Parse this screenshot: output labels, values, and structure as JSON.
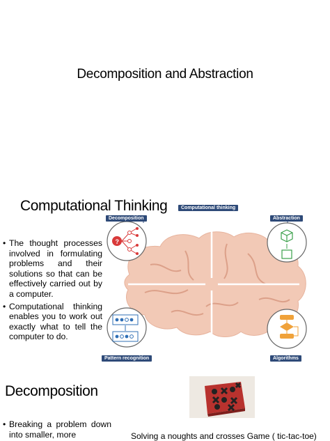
{
  "slide1": {
    "title": "Decomposition and Abstraction"
  },
  "slide2": {
    "title": "Computational Thinking",
    "bullets": [
      "The thought processes involved in formulating problems and their solutions so that can be effectively carried out by a computer.",
      "Computational thinking enables you to work out exactly what to tell the computer to do."
    ],
    "diagram": {
      "header": "Computational thinking",
      "labels": {
        "decomposition": "Decomposition",
        "abstraction": "Abstraction",
        "pattern_recognition": "Pattern recognition",
        "algorithms": "Algorithms"
      },
      "colors": {
        "brain": "#f2c9b6",
        "badge": "#2e4a78",
        "red": "#d93a3a",
        "blue": "#2f6fb6",
        "green": "#3aa04a",
        "orange": "#f0a23a"
      },
      "icons": [
        "brain-icon",
        "question-tree-icon",
        "cube-to-square-icon",
        "pattern-grid-icon",
        "flowchart-icon"
      ]
    }
  },
  "slide3": {
    "title": "Decomposition",
    "bullets": [
      "Breaking a problem down into smaller, more"
    ],
    "caption": "Solving a noughts and crosses Game ( tic-tac-toe)",
    "photo_icon": "tic-tac-toe-board-icon"
  }
}
